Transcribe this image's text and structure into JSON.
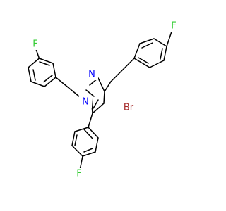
{
  "molecule": {
    "colors": {
      "bond": "#000000",
      "carbon": "#000000",
      "nitrogen": "#0000ff",
      "bromine": "#a52a2a",
      "fluorine": "#33cc33"
    },
    "atom_labels": {
      "f_benzyl": "F",
      "f_top_aryl": "F",
      "f_bottom_aryl": "F",
      "n_ring_upper": "N",
      "n_ring_lower": "N",
      "br": "Br"
    }
  }
}
